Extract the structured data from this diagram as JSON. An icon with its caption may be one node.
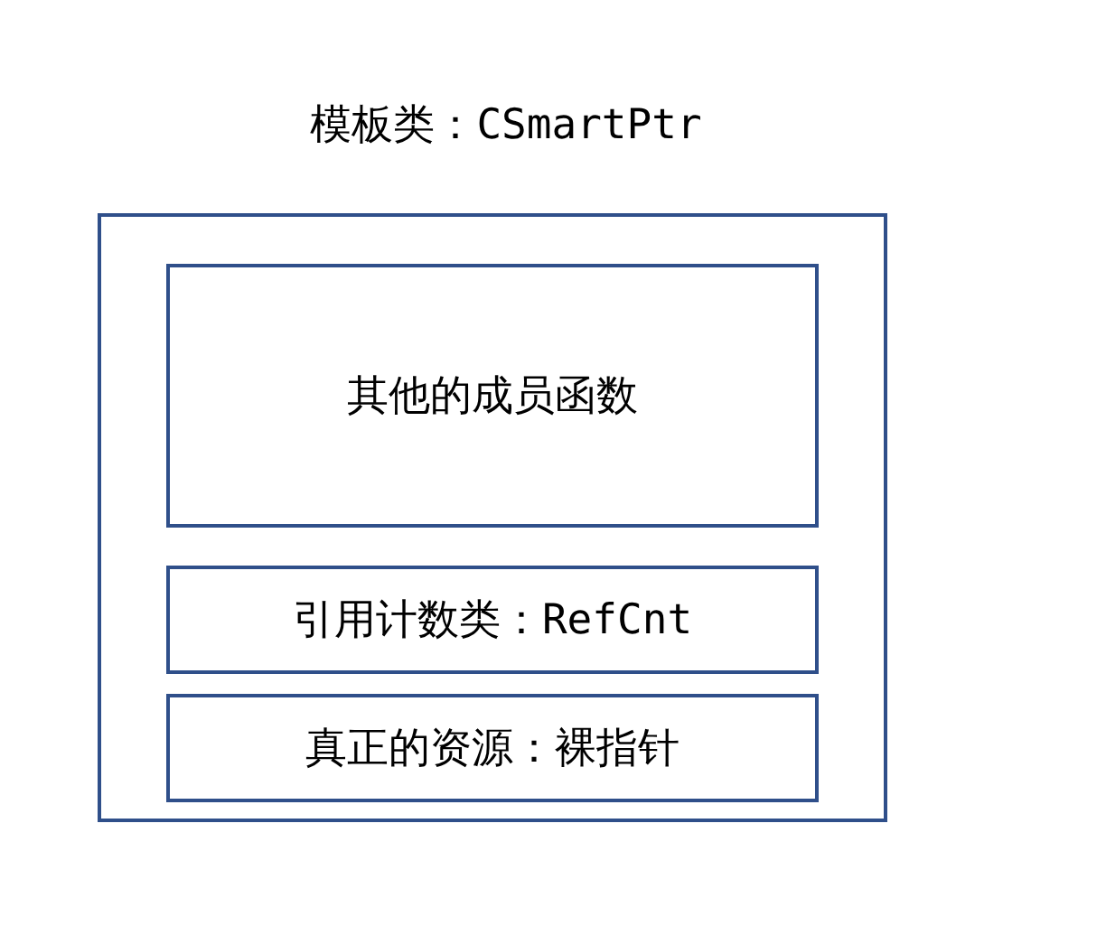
{
  "diagram": {
    "nodes": [
      {
        "text": [
          "模板类：CSmartPtr"
        ]
      },
      {
        "text": [
          "其他的成员函数"
        ],
        "in": 0
      },
      {
        "text": [
          "引用计数类：RefCnt"
        ],
        "in": 0
      },
      {
        "text": [
          "真正的资源：裸指针"
        ],
        "in": 0
      }
    ]
  }
}
